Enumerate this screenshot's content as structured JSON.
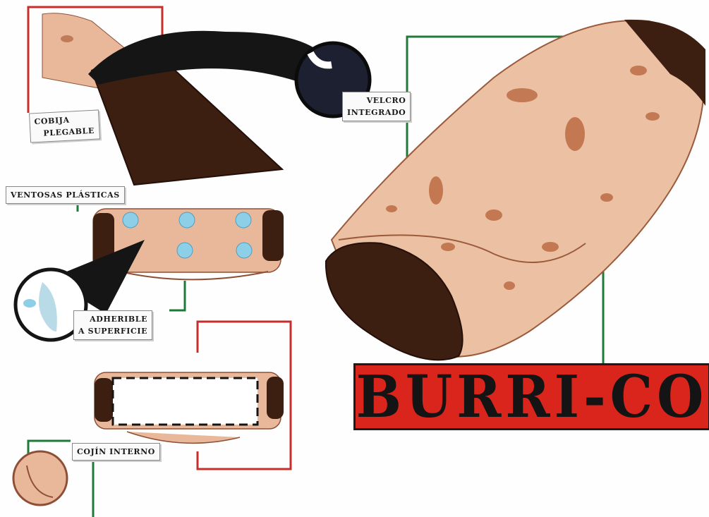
{
  "labels": {
    "cobija": [
      "COBIJA",
      "PLEGABLE"
    ],
    "velcro": [
      "VELCRO",
      "INTEGRADO"
    ],
    "ventosas": "VENTOSAS PLÁSTICAS",
    "adherible": [
      "ADHERIBLE",
      "A SUPERFICIE"
    ],
    "cojin": "COJÍN INTERNO"
  },
  "title": "BURRI-CO",
  "colors": {
    "tortilla": "#eab89a",
    "tortilla_spot": "#b9673e",
    "brown": "#3d1f12",
    "black": "#151515",
    "frame_red": "#c62d2d",
    "frame_green": "#1f7a3a",
    "title_red": "#d9251c",
    "suction_blue": "#8ecfe8"
  }
}
